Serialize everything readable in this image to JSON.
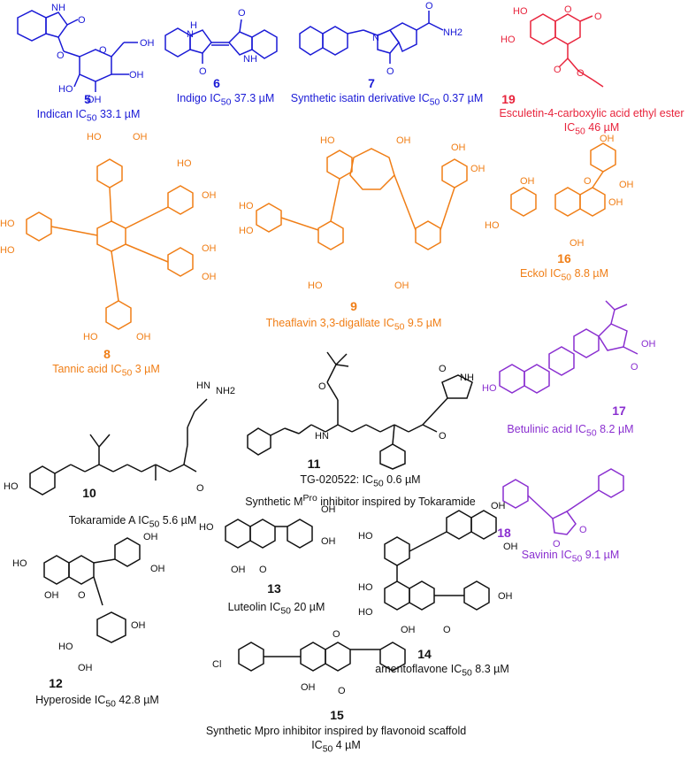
{
  "compounds": [
    {
      "id": "c5",
      "number": "5",
      "name": "Indican IC",
      "sub": "50",
      "value": " 33.1 µM",
      "color": "#1a1ad6"
    },
    {
      "id": "c6",
      "number": "6",
      "name": "Indigo  IC",
      "sub": "50",
      "value": " 37.3 µM",
      "color": "#1a1ad6"
    },
    {
      "id": "c7",
      "number": "7",
      "name": "Synthetic isatin derivative  IC",
      "sub": "50",
      "value": " 0.37 µM",
      "color": "#1a1ad6"
    },
    {
      "id": "c19",
      "number": "19",
      "name": "Esculetin-4-carboxylic acid ethyl ester",
      "line2": "IC",
      "sub": "50",
      "value": " 46 µM",
      "color": "#e8243c"
    },
    {
      "id": "c8",
      "number": "8",
      "name": "Tannic acid  IC",
      "sub": "50",
      "value": " 3 µM",
      "color": "#f07e16"
    },
    {
      "id": "c9",
      "number": "9",
      "name": "Theaflavin 3,3-digallate IC",
      "sub": "50",
      "value": " 9.5 µM",
      "color": "#f07e16"
    },
    {
      "id": "c16",
      "number": "16",
      "name": "Eckol  IC",
      "sub": "50",
      "value": " 8.8 µM",
      "color": "#f07e16"
    },
    {
      "id": "c17",
      "number": "17",
      "name": "Betulinic acid  IC",
      "sub": "50",
      "value": " 8.2 µM",
      "color": "#8a2fd0"
    },
    {
      "id": "c11",
      "number": "11",
      "name": "TG-020522:  IC",
      "sub": "50",
      "value": " 0.6 µM",
      "line2": "Synthetic M",
      "sup": "Pro",
      "line2b": " inhibitor inspired by Tokaramide",
      "color": "#111111"
    },
    {
      "id": "c10",
      "number": "10",
      "name": "Tokaramide A  IC",
      "sub": "50",
      "value": " 5.6 µM",
      "color": "#111111"
    },
    {
      "id": "c18",
      "number": "18",
      "name": "Savinin  IC",
      "sub": "50",
      "value": " 9.1 µM",
      "color": "#8a2fd0"
    },
    {
      "id": "c13",
      "number": "13",
      "name": "Luteolin IC",
      "sub": "50",
      "value": " 20 µM",
      "color": "#111111"
    },
    {
      "id": "c14",
      "number": "14",
      "name": "amentoflavone IC",
      "sub": "50",
      "value": " 8.3 µM",
      "color": "#111111"
    },
    {
      "id": "c12",
      "number": "12",
      "name": "Hyperoside  IC",
      "sub": "50",
      "value": " 42.8 µM",
      "color": "#111111"
    },
    {
      "id": "c15",
      "number": "15",
      "name": "Synthetic Mpro inhibitor inspired by flavonoid scaffold",
      "line2": "IC",
      "sub": "50",
      "value": " 4 µM",
      "color": "#111111"
    }
  ],
  "atoms": {
    "ho": "HO",
    "oh": "OH",
    "o": "O",
    "nh": "NH",
    "hn": "HN",
    "n": "N",
    "h": "H",
    "nh2": "NH2",
    "cl": "Cl"
  }
}
